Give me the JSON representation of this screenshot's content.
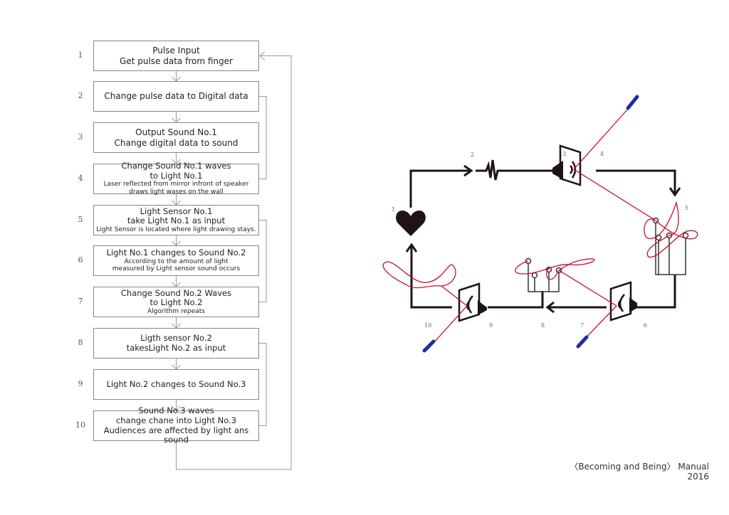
{
  "flowchart": {
    "steps": [
      {
        "num": "1",
        "lines": [
          "Pulse Input",
          "Get pulse data from finger"
        ],
        "style": [
          "big",
          "big"
        ]
      },
      {
        "num": "2",
        "lines": [
          "Change pulse data to Digital data"
        ],
        "style": [
          "big"
        ]
      },
      {
        "num": "3",
        "lines": [
          "Output Sound No.1",
          "Change digital data to sound"
        ],
        "style": [
          "big",
          "big"
        ]
      },
      {
        "num": "4",
        "lines": [
          "Change Sound No.1 waves",
          "to Light No.1",
          "Laser reflected from mirror infront of speaker",
          "draws light wases on the wall"
        ],
        "style": [
          "l1",
          "l1",
          "small",
          "small"
        ]
      },
      {
        "num": "5",
        "lines": [
          "Light Sensor No.1",
          "take Light No.1 as input",
          "Light Sensor is located  where light drawing stays."
        ],
        "style": [
          "l1",
          "l1",
          "small"
        ]
      },
      {
        "num": "6",
        "lines": [
          "Light No.1 changes to Sound No.2",
          "According to the amount of light",
          "measured by Light sensor sound occurs"
        ],
        "style": [
          "l1",
          "small",
          "small"
        ]
      },
      {
        "num": "7",
        "lines": [
          "Change Sound No.2 Waves",
          "to Light No.2",
          "Algorithm repeats"
        ],
        "style": [
          "l1",
          "l1",
          "small"
        ]
      },
      {
        "num": "8",
        "lines": [
          "Ligth sensor No.2",
          "takesLight No.2 as input"
        ],
        "style": [
          "l1",
          "l1"
        ]
      },
      {
        "num": "9",
        "lines": [
          "Light No.2 changes to Sound No.3"
        ],
        "style": [
          "l1"
        ]
      },
      {
        "num": "10",
        "lines": [
          "Sound No.3 waves",
          "change chane into Light No.3",
          "Audiences are affected by light ans sound"
        ],
        "style": [
          "l1",
          "l1",
          "l1"
        ]
      }
    ],
    "brackets": [
      [
        "2",
        "4"
      ],
      [
        "5",
        "7"
      ],
      [
        "8",
        "10"
      ]
    ],
    "loop": {
      "from": "10",
      "to": "1"
    }
  },
  "diagram": {
    "labels": [
      "1",
      "2",
      "3",
      "4",
      "5",
      "6",
      "7",
      "8",
      "9",
      "10"
    ],
    "components": [
      {
        "id": "1",
        "icon": "heart-icon",
        "meaning": "pulse input"
      },
      {
        "id": "2",
        "icon": "pulse-wave-icon",
        "meaning": "digital pulse data"
      },
      {
        "id": "3",
        "icon": "speaker-icon",
        "meaning": "sound no.1"
      },
      {
        "id": "4",
        "icon": "laser-pointer-icon",
        "meaning": "laser light no.1"
      },
      {
        "id": "5",
        "icon": "light-sensor-icon",
        "meaning": "light sensor no.1"
      },
      {
        "id": "6",
        "icon": "speaker-icon",
        "meaning": "sound no.2"
      },
      {
        "id": "7",
        "icon": "laser-pointer-icon",
        "meaning": "laser light no.2"
      },
      {
        "id": "8",
        "icon": "light-sensor-icon",
        "meaning": "light sensor no.2"
      },
      {
        "id": "9",
        "icon": "speaker-icon",
        "meaning": "sound no.3"
      },
      {
        "id": "10",
        "icon": "laser-pointer-icon",
        "meaning": "laser light no.3"
      }
    ],
    "colors": {
      "line": "#1e1414",
      "laser": "#c8102e",
      "laser_body": "#1f2d9c",
      "flow_border": "#888888"
    }
  },
  "footer": {
    "title": "〈Becoming and Being〉 Manual",
    "year": "2016"
  }
}
